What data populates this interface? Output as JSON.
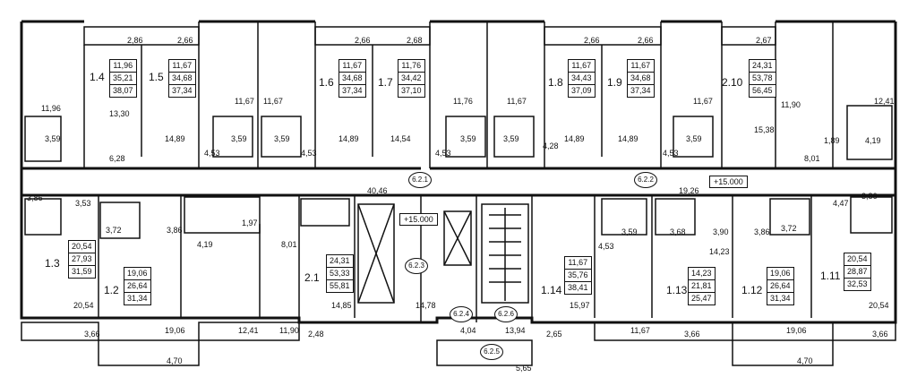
{
  "apartments": [
    {
      "id": "1.4",
      "values": [
        "11,96",
        "35,21",
        "38,07"
      ]
    },
    {
      "id": "1.5",
      "values": [
        "11,67",
        "34,68",
        "37,34"
      ]
    },
    {
      "id": "1.6",
      "values": [
        "11,67",
        "34,68",
        "37,34"
      ]
    },
    {
      "id": "1.7",
      "values": [
        "11,76",
        "34,42",
        "37,10"
      ]
    },
    {
      "id": "1.8",
      "values": [
        "11,67",
        "34,43",
        "37,09"
      ]
    },
    {
      "id": "1.9",
      "values": [
        "11,67",
        "34,68",
        "37,34"
      ]
    },
    {
      "id": "2.10",
      "values": [
        "24,31",
        "53,78",
        "56,45"
      ]
    },
    {
      "id": "1.3",
      "values": [
        "20,54",
        "27,93",
        "31,59"
      ]
    },
    {
      "id": "1.2",
      "values": [
        "19,06",
        "26,64",
        "31,34"
      ]
    },
    {
      "id": "2.1",
      "values": [
        "24,31",
        "53,33",
        "55,81"
      ]
    },
    {
      "id": "1.14",
      "values": [
        "11,67",
        "35,76",
        "38,41"
      ]
    },
    {
      "id": "1.13",
      "values": [
        "14,23",
        "21,81",
        "25,47"
      ]
    },
    {
      "id": "1.12",
      "values": [
        "19,06",
        "26,64",
        "31,34"
      ]
    },
    {
      "id": "1.11",
      "values": [
        "20,54",
        "28,87",
        "32,53"
      ]
    }
  ],
  "dimensions": [
    "2,86",
    "2,66",
    "2,66",
    "2,68",
    "2,66",
    "2,66",
    "2,67",
    "11,96",
    "13,30",
    "3,59",
    "14,89",
    "11,67",
    "11,67",
    "3,59",
    "3,59",
    "4,53",
    "4,53",
    "14,89",
    "14,54",
    "11,76",
    "11,67",
    "3,59",
    "3,59",
    "4,53",
    "4,28",
    "14,89",
    "14,89",
    "11,67",
    "3,59",
    "4,53",
    "11,90",
    "12,41",
    "15,38",
    "1,89",
    "4,19",
    "8,01",
    "6,28",
    "3,86",
    "3,53",
    "40,46",
    "19,26",
    "4,47",
    "3,86",
    "3,72",
    "3,86",
    "1,97",
    "4,19",
    "8,01",
    "3,59",
    "4,53",
    "3,68",
    "3,90",
    "3,86",
    "3,72",
    "14,23",
    "20,54",
    "19,06",
    "12,41",
    "11,90",
    "14,85",
    "14,78",
    "4,04",
    "13,94",
    "15,97",
    "11,67",
    "2,65",
    "3,66",
    "3,66",
    "19,06",
    "20,54",
    "3,66",
    "2,48",
    "4,70",
    "4,70",
    "5,65"
  ],
  "circle_labels": [
    "6.2.1",
    "6.2.2",
    "6.2.3",
    "6.2.4",
    "6.2.5",
    "6.2.6"
  ],
  "level_marks": [
    "+15.000",
    "+15.000"
  ]
}
